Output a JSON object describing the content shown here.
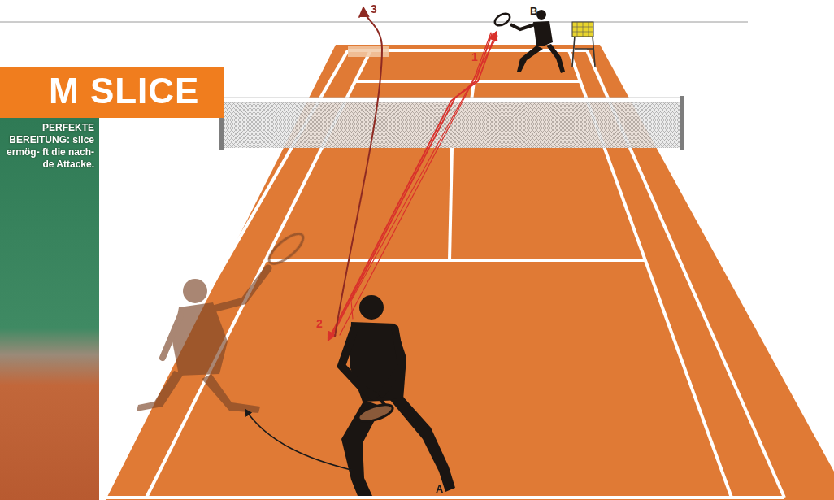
{
  "diagram": {
    "title": "M SLICE",
    "caption": "PERFEKTE BEREITUNG: slice ermög- ft die nach- de Attacke.",
    "labels": [
      "1",
      "2",
      "3",
      "B",
      "A"
    ]
  }
}
